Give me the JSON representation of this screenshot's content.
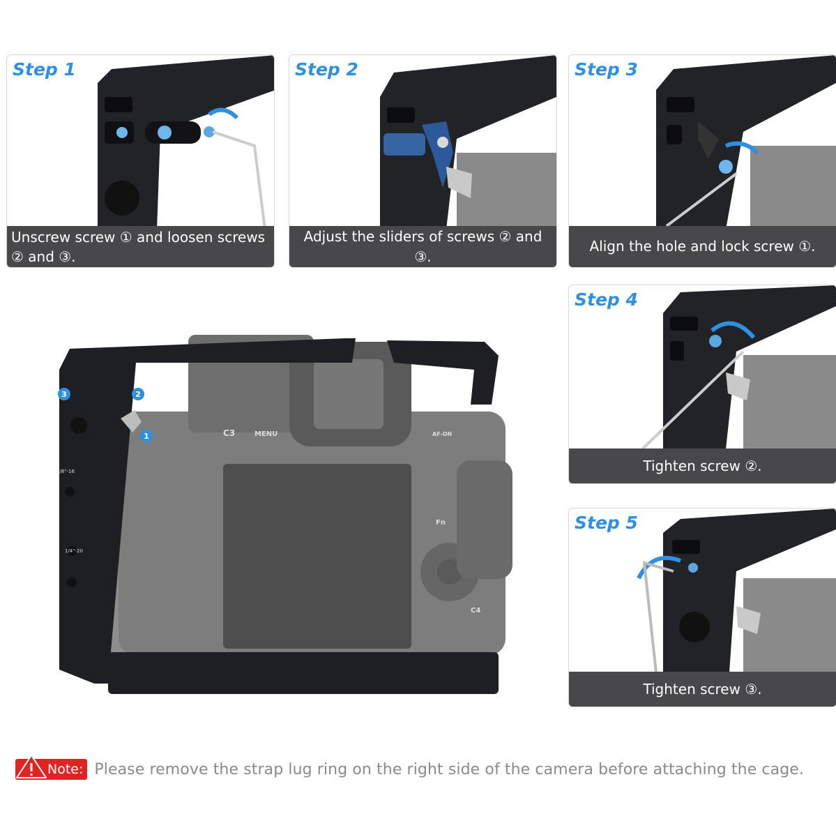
{
  "steps": [
    {
      "title": "Step 1",
      "caption": "Unscrew screw ① and loosen screws ② and ③."
    },
    {
      "title": "Step 2",
      "caption": "Adjust the sliders of screws ② and ③."
    },
    {
      "title": "Step 3",
      "caption": "Align the hole and lock screw ①."
    },
    {
      "title": "Step 4",
      "caption": "Tighten screw ②."
    },
    {
      "title": "Step 5",
      "caption": "Tighten screw ③."
    }
  ],
  "main_image": {
    "markers": [
      "3",
      "2",
      "1"
    ],
    "labels": {
      "thread_a": "3/8\"-16",
      "thread_b": "1/4\"-20",
      "button_c3": "C3",
      "button_menu": "MENU",
      "button_af": "AF-ON",
      "button_fn": "Fn",
      "button_c4": "C4"
    }
  },
  "note": {
    "label": "Note:",
    "text": "Please remove the strap lug ring on the right side of the camera before attaching the cage."
  },
  "colors": {
    "accent_blue": "#2f8fe0",
    "caption_bg": "#48484a",
    "note_red": "#e02424",
    "cage_black": "#1e1f22"
  }
}
